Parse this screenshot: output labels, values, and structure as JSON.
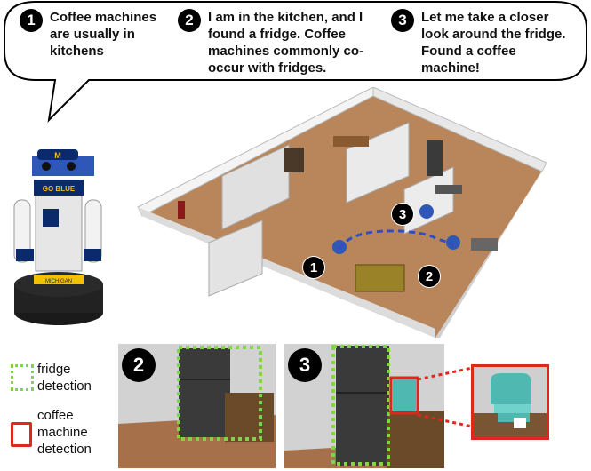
{
  "bubble": {
    "steps": [
      {
        "num": "1",
        "text": "Coffee machines are usually in kitchens"
      },
      {
        "num": "2",
        "text": "I am in the kitchen, and I found a fridge. Coffee machines commonly co-occur with fridges."
      },
      {
        "num": "3",
        "text": "Let me take a closer look around the fridge. Found a coffee machine!"
      }
    ]
  },
  "robot": {
    "shirt_text": "GO BLUE",
    "base_text": "MICHIGAN"
  },
  "scene": {
    "markers": [
      "1",
      "2",
      "3"
    ],
    "path_color": "#2f4fbf"
  },
  "panels": {
    "panel2_num": "2",
    "panel3_num": "3"
  },
  "legend": {
    "fridge": "fridge detection",
    "coffee": "coffee machine detection",
    "fridge_color": "#7fd44a",
    "coffee_color": "#e0271c"
  }
}
